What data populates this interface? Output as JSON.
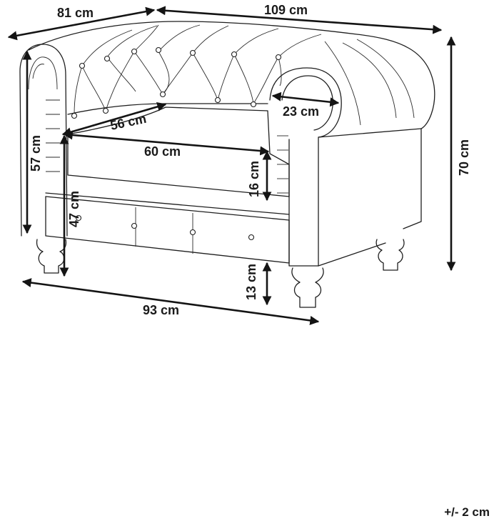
{
  "dimensions": {
    "depth_total": "81 cm",
    "width_total": "109 cm",
    "height_total": "70 cm",
    "armrest_width": "23 cm",
    "seat_depth": "56 cm",
    "seat_width": "60 cm",
    "seat_cushion_height": "16 cm",
    "back_height": "57 cm",
    "seat_height": "47 cm",
    "leg_height": "13 cm",
    "front_width": "93 cm"
  },
  "tolerance": "+/- 2 cm"
}
